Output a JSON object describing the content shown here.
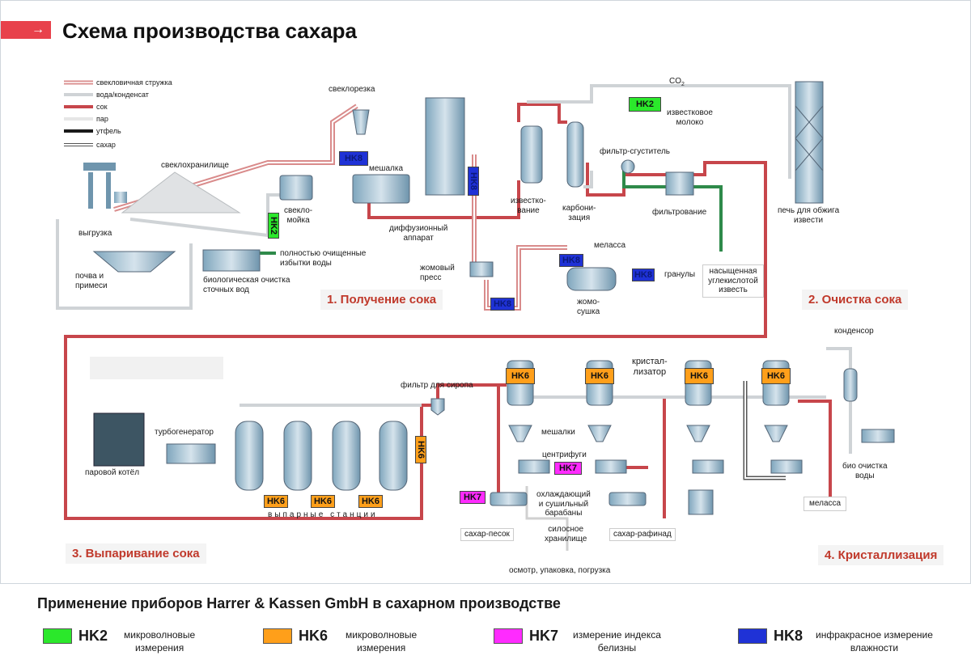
{
  "header": {
    "title": "Схема производства сахара",
    "arrow_icon": "arrow-right-icon"
  },
  "colors": {
    "beet": "#d98b8b",
    "water": "#cfd3d6",
    "juice": "#c7464b",
    "steam": "#e6e6e6",
    "massecuite": "#1a1a1a",
    "sugar": "#ffffff",
    "hk2": "#2be82b",
    "hk6": "#ff9f1a",
    "hk7": "#ff2bff",
    "hk8": "#1f32d6",
    "section_text": "#c0392b"
  },
  "flow_legend": [
    {
      "key": "beet",
      "label": "свекловичная стружка"
    },
    {
      "key": "water",
      "label": "вода/конденсат"
    },
    {
      "key": "juice",
      "label": "сок"
    },
    {
      "key": "steam",
      "label": "пар"
    },
    {
      "key": "massecuite",
      "label": "утфель"
    },
    {
      "key": "sugar",
      "label": "сахар"
    }
  ],
  "sections": {
    "s1": "1. Получение сока",
    "s2": "2. Очистка сока",
    "s3": "3. Выпаривание сока",
    "s4": "4. Кристаллизация"
  },
  "labels": {
    "co2": "CO",
    "co2_sub": "2",
    "lime_milk_1": "известковое",
    "lime_milk_2": "молоко",
    "beet_cutter": "свеклорезка",
    "beet_storage": "свеклохранилище",
    "unloading": "выгрузка",
    "beet_washer_1": "свекло-",
    "beet_washer_2": "мойка",
    "mixer": "мешалка",
    "diffusion_1": "диффузионный",
    "diffusion_2": "аппарат",
    "liming_1": "известко-",
    "liming_2": "вание",
    "carbonation_1": "карбони-",
    "carbonation_2": "зация",
    "filter_thickener": "фильтр-сгуститель",
    "filtration": "фильтрование",
    "kiln_1": "печь для обжига",
    "kiln_2": "извести",
    "soil_1": "почва и",
    "soil_2": "примеси",
    "clean_water_1": "полностью очищенные",
    "clean_water_2": "избытки воды",
    "bio_treatment_1": "биологическая очистка",
    "bio_treatment_2": "сточных вод",
    "pulp_press_1": "жомовый",
    "pulp_press_2": "пресс",
    "molasses_top": "меласса",
    "pellets": "гранулы",
    "pulp_dryer_1": "жомо-",
    "pulp_dryer_2": "сушка",
    "saturated_lime_1": "насыщенная",
    "saturated_lime_2": "углекислотой",
    "saturated_lime_3": "известь",
    "condenser": "конденсор",
    "crystallizer_1": "кристал-",
    "crystallizer_2": "лизатор",
    "syrup_filter": "фильтр для сиропа",
    "mixers": "мешалки",
    "centrifuges": "центрифуги",
    "turbogenerator": "турбогенератор",
    "boiler": "паровой котёл",
    "evaporators": "выпарные станции",
    "cooling_1": "охлаждающий",
    "cooling_2": "и сушильный",
    "cooling_3": "барабаны",
    "granulated": "сахар-песок",
    "silo_1": "силосное",
    "silo_2": "хранилище",
    "refined": "сахар-рафинад",
    "packing": "осмотр, упаковка, погрузка",
    "bio_water_1": "био очистка",
    "bio_water_2": "воды",
    "molasses_bottom": "меласса"
  },
  "badges": {
    "hk2": "HK2",
    "hk6": "HK6",
    "hk7": "HK7",
    "hk8": "HK8"
  },
  "legend": {
    "title": "Применение приборов Harrer & Kassen GmbH в сахарном производстве",
    "items": [
      {
        "code": "HK2",
        "color": "#2be82b",
        "line1": "микроволновые",
        "line2": "измерения"
      },
      {
        "code": "HK6",
        "color": "#ff9f1a",
        "line1": "микроволновые",
        "line2": "измерения"
      },
      {
        "code": "HK7",
        "color": "#ff2bff",
        "line1": "измерение индекса",
        "line2": "белизны"
      },
      {
        "code": "HK8",
        "color": "#1f32d6",
        "line1": "инфракрасное измерение",
        "line2": "влажности"
      }
    ]
  }
}
